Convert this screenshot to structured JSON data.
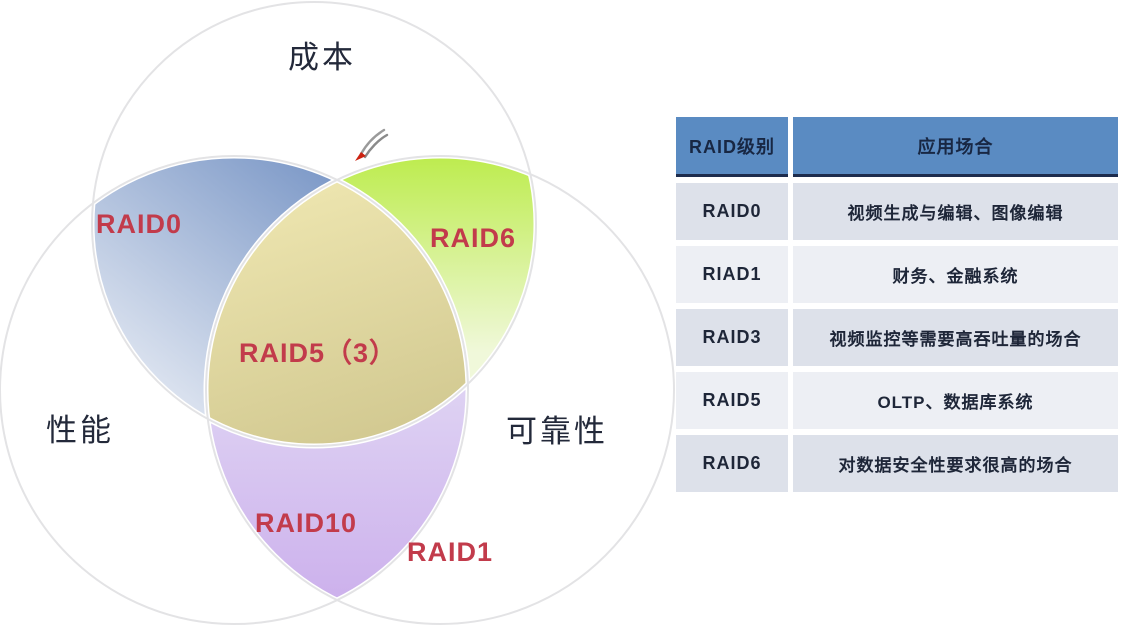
{
  "venn": {
    "circle_labels": [
      {
        "id": "cost",
        "label": "成本"
      },
      {
        "id": "performance",
        "label": "性能"
      },
      {
        "id": "reliability",
        "label": "可靠性"
      }
    ],
    "region_labels": [
      {
        "id": "raid0",
        "label": "RAID0",
        "region": "cost+performance"
      },
      {
        "id": "raid6",
        "label": "RAID6",
        "region": "cost+reliability"
      },
      {
        "id": "raid5",
        "label": "RAID5（3）",
        "region": "cost+performance+reliability"
      },
      {
        "id": "raid10",
        "label": "RAID10",
        "region": "performance+reliability"
      },
      {
        "id": "raid1",
        "label": "RAID1",
        "region": "reliability"
      }
    ],
    "colors": {
      "label_red": "#c23b4b",
      "title_dark": "#23293a",
      "blue_strong": "#7e9ac8",
      "blue_fade": "#eef1f7",
      "green_strong": "#bdec4e",
      "green_fade": "#f0f8da",
      "khaki_light": "#ece4ae",
      "khaki_deep": "#d0c78f",
      "purple_light": "#ded2f3",
      "purple_deep": "#ccb0ec",
      "circle_outline": "#e3e3e5"
    },
    "cursor_icon": "pen-cursor"
  },
  "table": {
    "headers": [
      "RAID级别",
      "应用场合"
    ],
    "rows": [
      [
        "RAID0",
        "视频生成与编辑、图像编辑"
      ],
      [
        "RIAD1",
        "财务、金融系统"
      ],
      [
        "RAID3",
        "视频监控等需要高吞吐量的场合"
      ],
      [
        "RAID5",
        "OLTP、数据库系统"
      ],
      [
        "RAID6",
        "对数据安全性要求很高的场合"
      ]
    ],
    "colors": {
      "header_bg": "#5a8bc2",
      "header_text": "#182743",
      "header_border": "#1d2c4d",
      "row_bg_odd": "#dde1ea",
      "row_bg_even": "#edeff4",
      "row_text": "#1e2638"
    }
  }
}
